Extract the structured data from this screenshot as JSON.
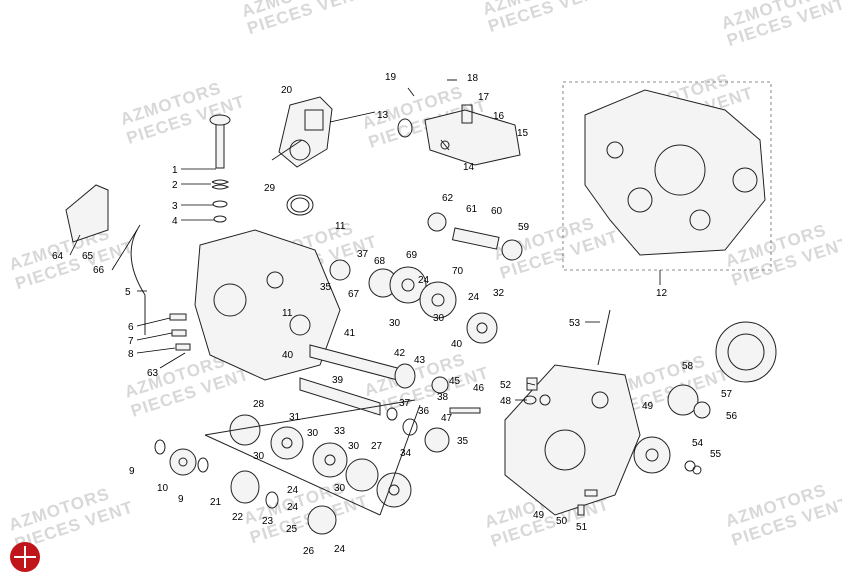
{
  "watermark": {
    "line1": "AZMOTORS",
    "line2": "PIECES VENT"
  },
  "logo": {
    "color": "#c0161b"
  },
  "labels": {
    "l1": "1",
    "l2": "2",
    "l3": "3",
    "l4": "4",
    "l5": "5",
    "l6": "6",
    "l7": "7",
    "l8": "8",
    "l9": "9",
    "l10": "10",
    "l11": "11",
    "l12": "12",
    "l13": "13",
    "l14": "14",
    "l15": "15",
    "l16": "16",
    "l17": "17",
    "l18": "18",
    "l19": "19",
    "l20": "20",
    "l21": "21",
    "l22": "22",
    "l23": "23",
    "l24": "24",
    "l25": "25",
    "l26": "26",
    "l27": "27",
    "l28": "28",
    "l29": "29",
    "l30": "30",
    "l31": "31",
    "l32": "32",
    "l33": "33",
    "l34": "34",
    "l35": "35",
    "l36": "36",
    "l37": "37",
    "l38": "38",
    "l39": "39",
    "l40": "40",
    "l41": "41",
    "l42": "42",
    "l43": "43",
    "l45": "45",
    "l46": "46",
    "l47": "47",
    "l48": "48",
    "l49": "49",
    "l50": "50",
    "l51": "51",
    "l52": "52",
    "l53": "53",
    "l54": "54",
    "l55": "55",
    "l56": "56",
    "l57": "57",
    "l58": "58",
    "l59": "59",
    "l60": "60",
    "l61": "61",
    "l62": "62",
    "l63": "63",
    "l64": "64",
    "l65": "65",
    "l66": "66",
    "l67": "67",
    "l68": "68",
    "l69": "69",
    "l70": "70"
  }
}
